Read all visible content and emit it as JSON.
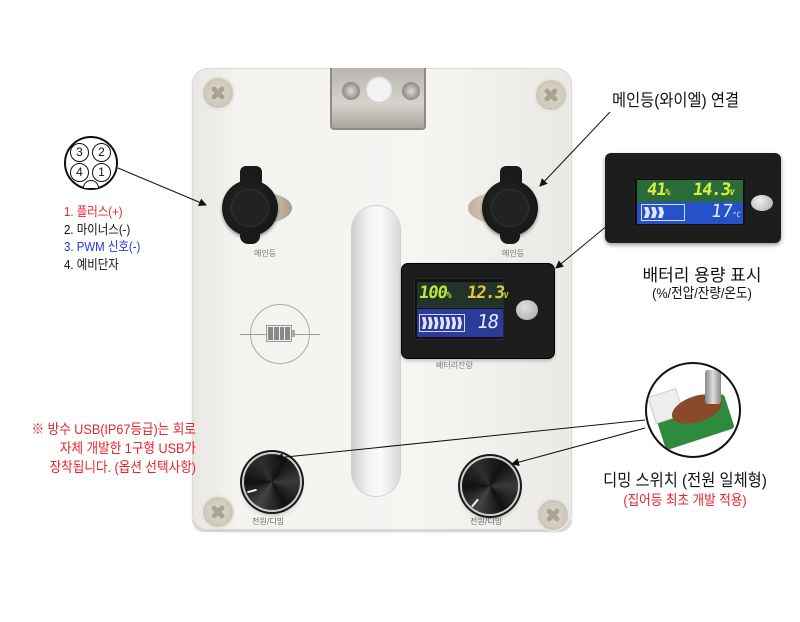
{
  "device": {
    "connector_left_label": "메인등",
    "connector_right_label": "메인등",
    "meter_label": "배터리잔량",
    "knob_left_label": "전원/디밍",
    "knob_right_label": "전원/디밍",
    "meter_reading": {
      "percent": "100",
      "percent_unit": "%",
      "voltage": "12.3",
      "voltage_unit": "V",
      "temperature": "18",
      "battery_bars": 7
    }
  },
  "pin_diagram": {
    "pins": [
      "3",
      "2",
      "4",
      "1"
    ],
    "legend": [
      {
        "text": "1. 플러스(+)",
        "color": "#e8232c"
      },
      {
        "text": "2. 마이너스(-)",
        "color": "#111111"
      },
      {
        "text": "3. PWM 신호(-)",
        "color": "#2437d6"
      },
      {
        "text": "4. 예비단자",
        "color": "#111111"
      }
    ]
  },
  "note": {
    "line1": "※ 방수 USB(IP67등급)는 회로",
    "line2": "자체 개발한 1구형 USB가",
    "line3": "장착됩니다. (옵션 선택사항)",
    "color": "#e8232c"
  },
  "callouts": {
    "main_light": "메인등(와이엘) 연결",
    "display_title": "배터리 용량 표시",
    "display_sub": "(%/전압/잔량/온도)",
    "display_reading": {
      "percent": "41",
      "percent_unit": "%",
      "voltage": "14.3",
      "voltage_unit": "V",
      "temperature": "17",
      "temperature_unit": "°C"
    },
    "dimming_title": "디밍 스위치 (전원 일체형)",
    "dimming_sub": "(집어등 최초 개발 적용)"
  }
}
